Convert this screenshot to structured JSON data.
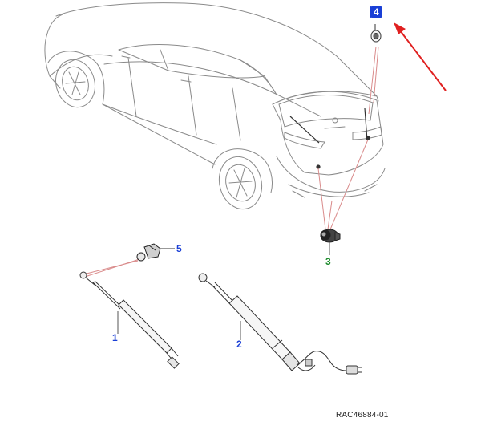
{
  "colors": {
    "line": "#8a8a8a",
    "part_line": "#333333",
    "leader": "#d98a8a",
    "arrow": "#e02020",
    "callout_blue": "#1a3fd6",
    "callout_green": "#1a8a2a"
  },
  "callouts": {
    "c1": "1",
    "c2": "2",
    "c3": "3",
    "c4": "4",
    "c5": "5"
  },
  "reference_code": "RAC46884-01"
}
